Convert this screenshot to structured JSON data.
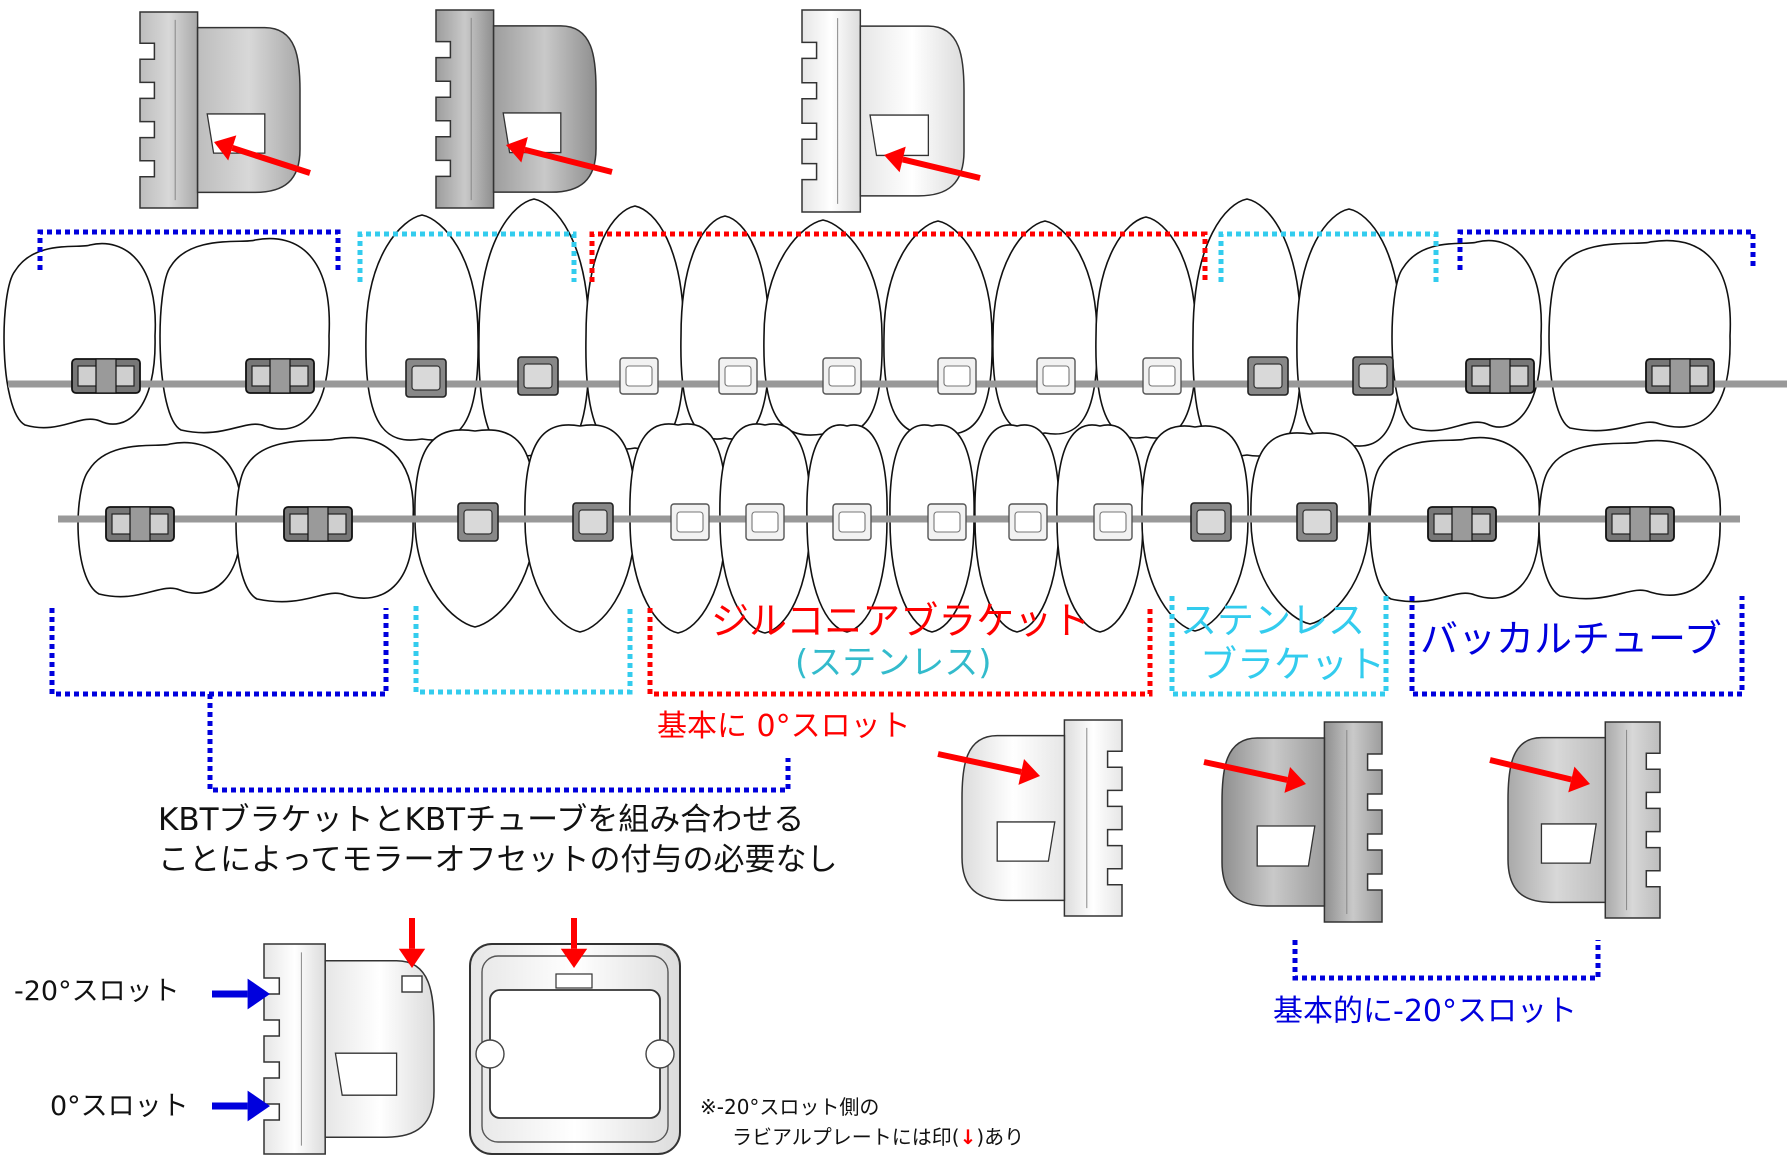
{
  "colors": {
    "red": "#ff0000",
    "dark_blue": "#0000dd",
    "light_blue": "#33ccee",
    "teal_text": "#33bbcc",
    "black": "#111111",
    "wire_gray": "#999999"
  },
  "groups": {
    "zirconia": {
      "title": "ジルコニアブラケット",
      "subtitle": "(ステンレス)",
      "slot": "基本に 0°スロット"
    },
    "stainless": {
      "title_line1": "ステンレス",
      "title_line2": "ブラケット"
    },
    "buccal": {
      "title": "バッカルチューブ",
      "slot": "基本的に-20°スロット"
    }
  },
  "kbt_note": {
    "line1": "KBTブラケットとKBTチューブを組み合わせる",
    "line2": "ことによってモラーオフセットの付与の必要なし"
  },
  "slot_labels": {
    "minus20": "-20°スロット",
    "zero": "0°スロット"
  },
  "labial_note": {
    "line1": "※-20°スロット側の",
    "line2a": "ラビアルプレートには印(",
    "line2b": ")あり"
  },
  "icons": [
    "red-arrow-icon",
    "blue-arrow-icon",
    "down-arrow-icon"
  ]
}
